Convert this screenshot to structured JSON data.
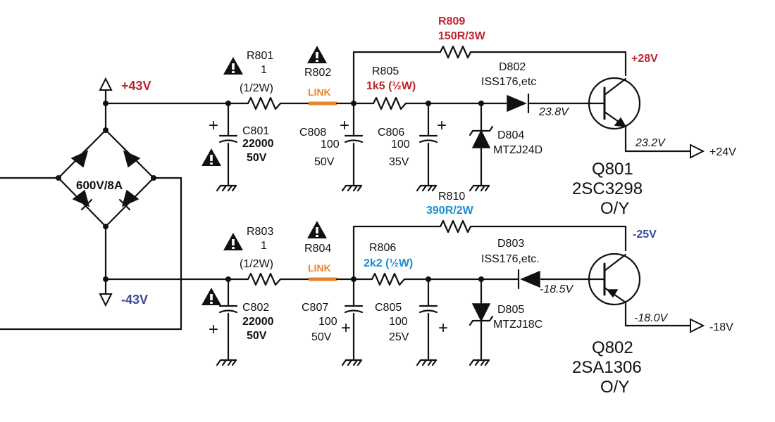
{
  "colors": {
    "red": "#c0252e",
    "blue": "#3a4a9a",
    "cyan": "#1a8fd0",
    "orange": "#e8842c",
    "black": "#111111"
  },
  "rails": {
    "pos_label": "+43V",
    "neg_label": "-43V",
    "bridge_label": "600V/8A"
  },
  "top": {
    "r801": {
      "name": "R801",
      "value": "1",
      "rating": "(1/2W)"
    },
    "r802": {
      "name": "R802",
      "value": "LINK"
    },
    "r805": {
      "name": "R805",
      "value": "1k5 (½W)"
    },
    "r809": {
      "name": "R809",
      "value": "150R/3W"
    },
    "c801": {
      "name": "C801",
      "value": "22000",
      "voltage": "50V"
    },
    "c808": {
      "name": "C808",
      "value": "100",
      "voltage": "50V"
    },
    "c806": {
      "name": "C806",
      "value": "100",
      "voltage": "35V"
    },
    "d802": {
      "name": "D802",
      "part": "ISS176,etc"
    },
    "d804": {
      "name": "D804",
      "part": "MTZJ24D"
    },
    "base_v": "23.8V",
    "emit_v": "23.2V",
    "collector_v": "+28V",
    "out_label": "+24V",
    "q801": {
      "name": "Q801",
      "part": "2SC3298",
      "grade": "O/Y"
    }
  },
  "bottom": {
    "r803": {
      "name": "R803",
      "value": "1",
      "rating": "(1/2W)"
    },
    "r804": {
      "name": "R804",
      "value": "LINK"
    },
    "r806": {
      "name": "R806",
      "value": "2k2 (½W)"
    },
    "r810": {
      "name": "R810",
      "value": "390R/2W"
    },
    "c802": {
      "name": "C802",
      "value": "22000",
      "voltage": "50V"
    },
    "c807": {
      "name": "C807",
      "value": "100",
      "voltage": "50V"
    },
    "c805": {
      "name": "C805",
      "value": "100",
      "voltage": "25V"
    },
    "d803": {
      "name": "D803",
      "part": "ISS176,etc."
    },
    "d805": {
      "name": "D805",
      "part": "MTZJ18C"
    },
    "base_v": "-18.5V",
    "emit_v": "-18.0V",
    "collector_v": "-25V",
    "out_label": "-18V",
    "q802": {
      "name": "Q802",
      "part": "2SA1306",
      "grade": "O/Y"
    }
  },
  "polarity": {
    "plus": "+"
  },
  "icons": [
    "warning-icon",
    "ground-icon",
    "rail-arrow-icon",
    "output-arrow-icon"
  ]
}
